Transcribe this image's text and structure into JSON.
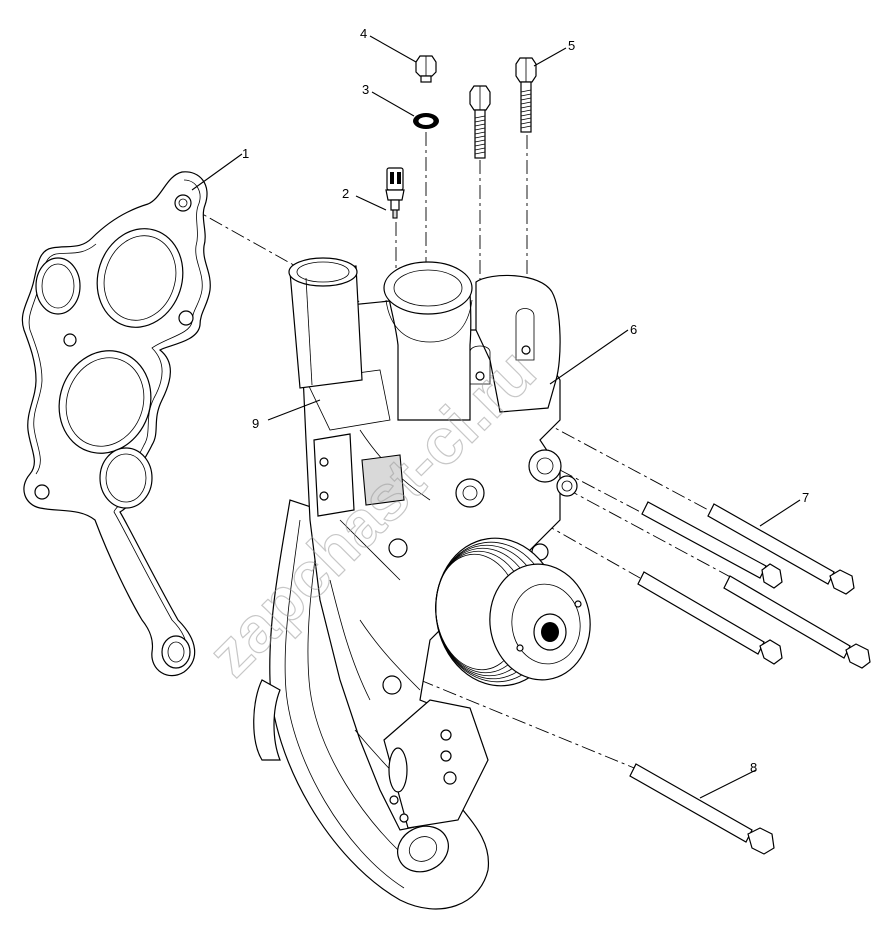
{
  "callouts": {
    "c1": "1",
    "c2": "2",
    "c3": "3",
    "c4": "4",
    "c5": "5",
    "c6": "6",
    "c7": "7",
    "c8": "8",
    "c9": "9"
  },
  "watermark": "zapchast-ci.ru",
  "colors": {
    "line": "#000000",
    "background": "#ffffff",
    "watermark": "#9a9a9a"
  }
}
